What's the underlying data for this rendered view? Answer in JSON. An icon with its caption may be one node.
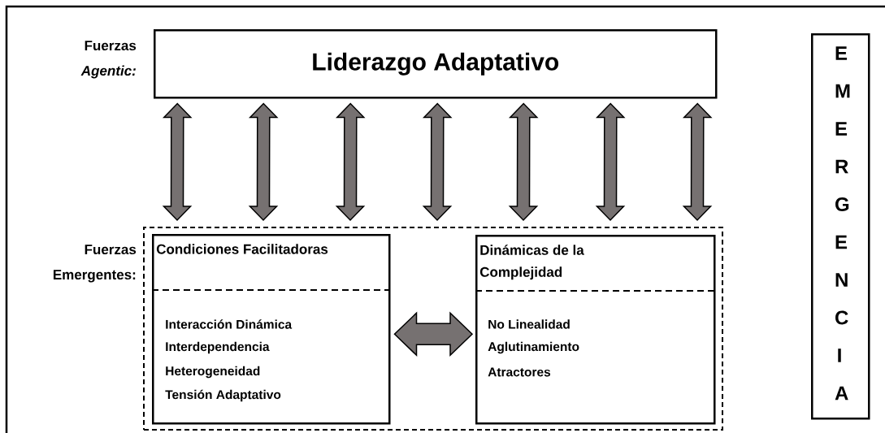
{
  "diagram": {
    "nodes": [
      {
        "text": [
          "Liderazgo Adaptativo"
        ]
      },
      {
        "text": [],
        "shape": "box"
      },
      {
        "text": [
          "Condiciones Facilitadoras",
          "Interacción Dinámica",
          "Interdependencia",
          "Heterogeneidad",
          "Tensión Adaptativo"
        ],
        "in": 1
      },
      {
        "text": [
          "Dinámicas de la Complejidad",
          "No Linealidad",
          "Aglutinamiento",
          "Atractores"
        ],
        "in": 1
      },
      {
        "text": [
          "E M E R G E N C I A"
        ]
      }
    ],
    "edges": [
      {
        "from": 0,
        "to": 1,
        "arrow": "both"
      },
      {
        "from": 0,
        "to": 1,
        "arrow": "both"
      },
      {
        "from": 0,
        "to": 1,
        "arrow": "both"
      },
      {
        "from": 0,
        "to": 1,
        "arrow": "both"
      },
      {
        "from": 0,
        "to": 1,
        "arrow": "both"
      },
      {
        "from": 0,
        "to": 1,
        "arrow": "both"
      },
      {
        "from": 0,
        "to": 1,
        "arrow": "both"
      },
      {
        "from": 2,
        "to": 3,
        "arrow": "both"
      }
    ],
    "labels": [
      "Fuerzas *Agentic:*",
      "Fuerzas Emergentes:"
    ]
  }
}
